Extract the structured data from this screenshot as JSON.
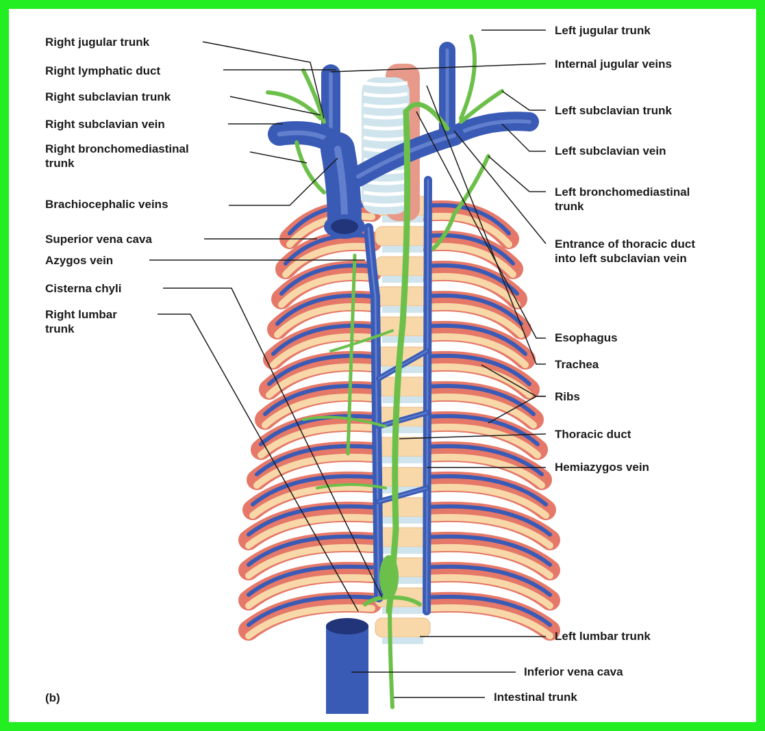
{
  "figure": {
    "panel_label": "(b)",
    "colors": {
      "frame": "#22ee22",
      "vein": "#3a5bb5",
      "vein_highlight": "#7d97e0",
      "lymph": "#6cc04a",
      "rib_red": "#e0604e",
      "rib_light": "#f8d8a8",
      "trachea": "#cfe4ec",
      "leader": "#1a1a1a"
    },
    "labels_left": [
      {
        "id": "right-jugular-trunk",
        "lines": [
          "Right jugular trunk"
        ]
      },
      {
        "id": "right-lymphatic-duct",
        "lines": [
          "Right lymphatic duct"
        ]
      },
      {
        "id": "right-subclavian-trunk",
        "lines": [
          "Right subclavian trunk"
        ]
      },
      {
        "id": "right-subclavian-vein",
        "lines": [
          "Right subclavian vein"
        ]
      },
      {
        "id": "right-bronchomediastinal-trunk",
        "lines": [
          "Right bronchomediastinal",
          "trunk"
        ]
      },
      {
        "id": "brachiocephalic-veins",
        "lines": [
          "Brachiocephalic veins"
        ]
      },
      {
        "id": "superior-vena-cava",
        "lines": [
          "Superior vena cava"
        ]
      },
      {
        "id": "azygos-vein",
        "lines": [
          "Azygos vein"
        ]
      },
      {
        "id": "cisterna-chyli",
        "lines": [
          "Cisterna chyli"
        ]
      },
      {
        "id": "right-lumbar-trunk",
        "lines": [
          "Right lumbar",
          "trunk"
        ]
      }
    ],
    "labels_right": [
      {
        "id": "left-jugular-trunk",
        "lines": [
          "Left jugular trunk"
        ]
      },
      {
        "id": "internal-jugular-veins",
        "lines": [
          "Internal jugular veins"
        ]
      },
      {
        "id": "left-subclavian-trunk",
        "lines": [
          "Left subclavian trunk"
        ]
      },
      {
        "id": "left-subclavian-vein",
        "lines": [
          "Left subclavian vein"
        ]
      },
      {
        "id": "left-bronchomediastinal-trunk",
        "lines": [
          "Left bronchomediastinal",
          "trunk"
        ]
      },
      {
        "id": "entrance-of-thoracic-duct",
        "lines": [
          "Entrance of thoracic duct",
          "into left subclavian vein"
        ]
      },
      {
        "id": "esophagus",
        "lines": [
          "Esophagus"
        ]
      },
      {
        "id": "trachea",
        "lines": [
          "Trachea"
        ]
      },
      {
        "id": "ribs",
        "lines": [
          "Ribs"
        ]
      },
      {
        "id": "thoracic-duct",
        "lines": [
          "Thoracic duct"
        ]
      },
      {
        "id": "hemiazygos-vein",
        "lines": [
          "Hemiazygos vein"
        ]
      },
      {
        "id": "left-lumbar-trunk",
        "lines": [
          "Left lumbar trunk"
        ]
      },
      {
        "id": "inferior-vena-cava",
        "lines": [
          "Inferior vena cava"
        ]
      },
      {
        "id": "intestinal-trunk",
        "lines": [
          "Intestinal trunk"
        ]
      }
    ]
  }
}
